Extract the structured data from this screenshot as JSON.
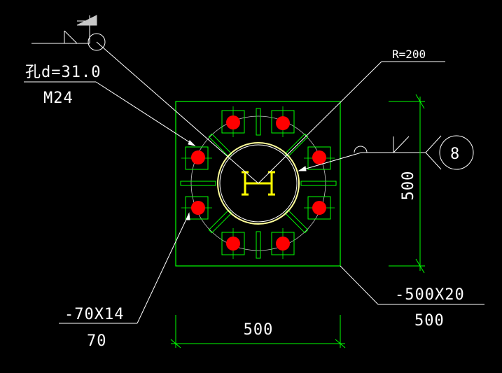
{
  "labels": {
    "hole_spec": "孔d=31.0",
    "bolt_spec": "M24",
    "radius_spec": "R=200",
    "stiffener_spec": "-70X14",
    "stiffener_len": "70",
    "plate_spec": "-500X20",
    "plate_len": "500",
    "dim_width": "500",
    "dim_height": "500",
    "weld_number": "8"
  },
  "colors": {
    "background": "#000000",
    "plate_line": "#00ff00",
    "annotation_line": "#ffffff",
    "bolt_fill": "#ff0000",
    "pipe_outer": "#ffff66",
    "column_section": "#ffff00"
  },
  "icons": {
    "weld_symbol": "weld-flag-icon",
    "section": "h-beam-icon"
  }
}
